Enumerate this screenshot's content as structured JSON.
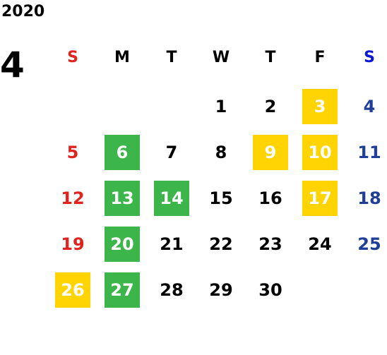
{
  "calendar": {
    "year": "2020",
    "month": "4",
    "weekdays": [
      "S",
      "M",
      "T",
      "W",
      "T",
      "F",
      "S"
    ],
    "days": [
      "",
      "",
      "",
      "1",
      "2",
      "3",
      "4",
      "5",
      "6",
      "7",
      "8",
      "9",
      "10",
      "11",
      "12",
      "13",
      "14",
      "15",
      "16",
      "17",
      "18",
      "19",
      "20",
      "21",
      "22",
      "23",
      "24",
      "25",
      "26",
      "27",
      "28",
      "29",
      "30",
      "",
      ""
    ],
    "highlights": {
      "green": [
        "6",
        "13",
        "14",
        "20",
        "27"
      ],
      "yellow": [
        "3",
        "9",
        "10",
        "17",
        "26"
      ]
    },
    "colors": {
      "sunday": "#e0231e",
      "saturday": "#1f3f99",
      "saturday_header": "#0a17d6",
      "green_highlight": "#3cb54a",
      "yellow_highlight": "#ffd400"
    }
  }
}
